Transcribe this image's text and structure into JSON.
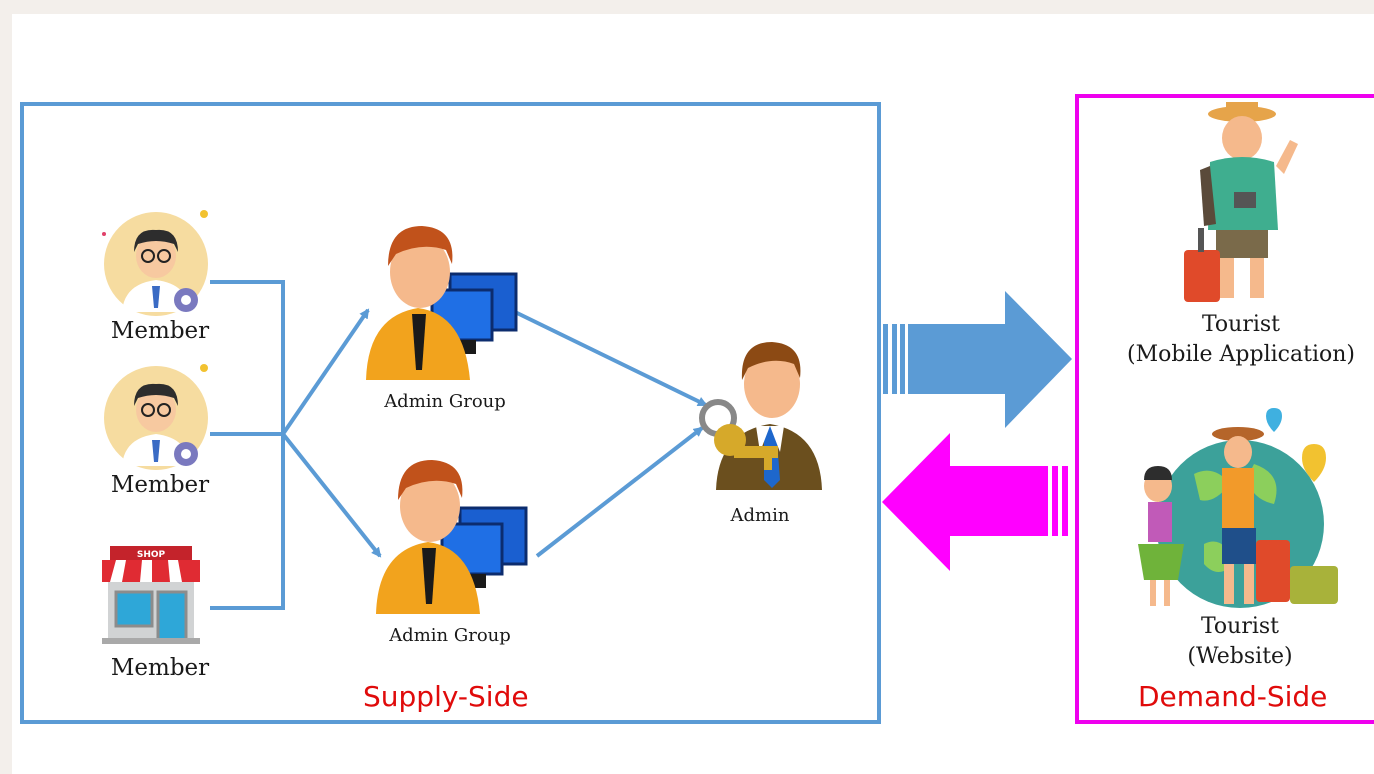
{
  "supply": {
    "side_label": "Supply-Side",
    "members": [
      "Member",
      "Member",
      "Member"
    ],
    "shop_sign": "SHOP",
    "admin_groups": [
      "Admin Group",
      "Admin Group"
    ],
    "admin": "Admin"
  },
  "demand": {
    "side_label": "Demand-Side",
    "tourist_mobile": [
      "Tourist",
      "(Mobile Application)"
    ],
    "tourist_web": [
      "Tourist",
      "(Website)"
    ]
  },
  "colors": {
    "supply_border": "#5b9bd5",
    "demand_border": "#ee00ee",
    "side_label": "#e00b0b",
    "arrow_blue": "#5b9bd5",
    "arrow_magenta": "#ff00ff"
  }
}
